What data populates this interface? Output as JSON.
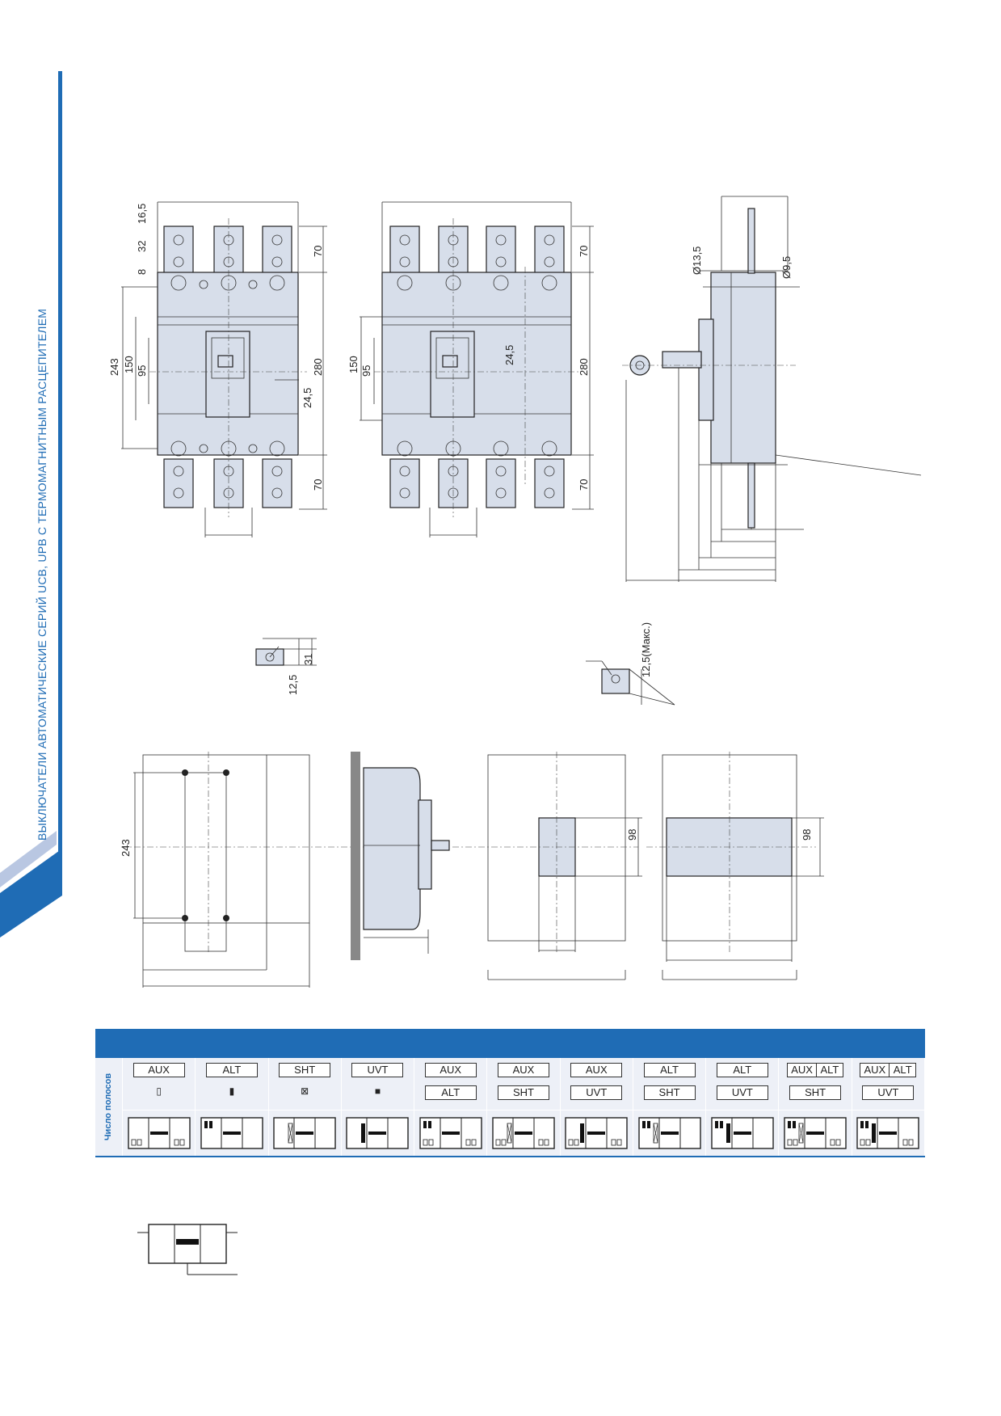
{
  "side_title": "ВЫКЛЮЧАТЕЛИ АВТОМАТИЧЕСКИЕ СЕРИЙ UCB, UPB С ТЕРМОМАГНИТНЫМ РАСЦЕПИТЕЛЕМ",
  "colors": {
    "accent": "#1f6cb5",
    "drawing_fill": "#d7deea",
    "table_bg": "#edf0f7"
  },
  "drawing_3p": {
    "dims": {
      "d16_5": "16,5",
      "d32": "32",
      "d8": "8",
      "d243": "243",
      "d150": "150",
      "d95": "95",
      "d70_top": "70",
      "d70_bottom": "70",
      "d280": "280",
      "d24_5": "24,5"
    }
  },
  "drawing_4p": {
    "dims": {
      "d150": "150",
      "d95": "95",
      "d70_top": "70",
      "d70_bottom": "70",
      "d280": "280",
      "d24_5": "24,5"
    }
  },
  "drawing_side": {
    "dims": {
      "d13_5": "Ø13,5",
      "d9_5": "Ø9,5"
    }
  },
  "detail_a": {
    "d12_5": "12,5",
    "d31": "31"
  },
  "detail_b": {
    "d12_5_max": "12,5(Макс.)"
  },
  "cutout_a": {
    "d243": "243"
  },
  "cutout_c": {
    "d98": "98"
  },
  "cutout_d": {
    "d98": "98"
  },
  "accessory_table": {
    "poles_label": "Число полосов",
    "columns": [
      {
        "codes": [
          [
            "AUX"
          ]
        ],
        "symbol": "▯"
      },
      {
        "codes": [
          [
            "ALT"
          ]
        ],
        "symbol": "▮"
      },
      {
        "codes": [
          [
            "SHT"
          ]
        ],
        "symbol": "⊠"
      },
      {
        "codes": [
          [
            "UVT"
          ]
        ],
        "symbol": "■"
      },
      {
        "codes": [
          [
            "AUX"
          ],
          [
            "ALT"
          ]
        ]
      },
      {
        "codes": [
          [
            "AUX"
          ],
          [
            "SHT"
          ]
        ]
      },
      {
        "codes": [
          [
            "AUX"
          ],
          [
            "UVT"
          ]
        ]
      },
      {
        "codes": [
          [
            "ALT"
          ],
          [
            "SHT"
          ]
        ]
      },
      {
        "codes": [
          [
            "ALT"
          ],
          [
            "UVT"
          ]
        ]
      },
      {
        "codes": [
          [
            "AUX",
            "ALT"
          ],
          [
            "SHT"
          ]
        ]
      },
      {
        "codes": [
          [
            "AUX",
            "ALT"
          ],
          [
            "UVT"
          ]
        ]
      }
    ],
    "icons": [
      "aux-wiring-icon",
      "alt-wiring-icon",
      "sht-wiring-icon",
      "uvt-wiring-icon",
      "aux-alt-wiring-icon",
      "aux-sht-wiring-icon",
      "aux-uvt-wiring-icon",
      "alt-sht-wiring-icon",
      "alt-uvt-wiring-icon",
      "aux-alt-sht-wiring-icon",
      "aux-alt-uvt-wiring-icon"
    ]
  }
}
